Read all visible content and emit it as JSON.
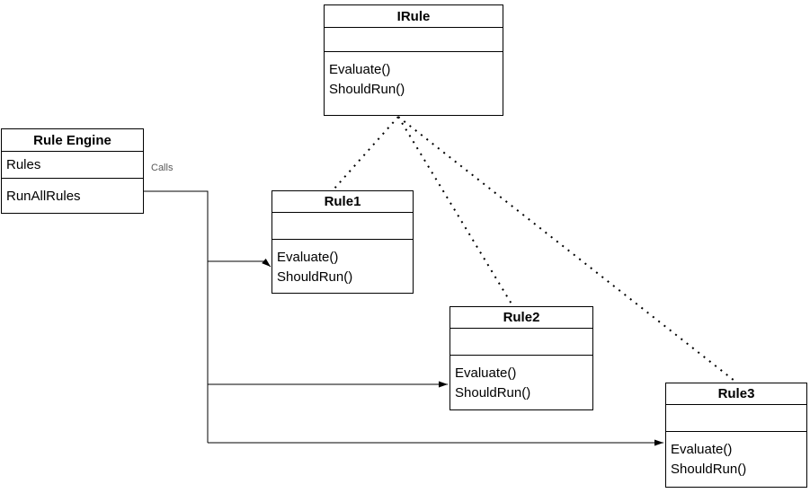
{
  "colors": {
    "background": "#ffffff",
    "line": "#000000",
    "text": "#000000",
    "edge_label_text": "#595959"
  },
  "classes": {
    "irule": {
      "title": "IRule",
      "attributes": [],
      "methods": [
        "Evaluate()",
        "ShouldRun()"
      ]
    },
    "rule_engine": {
      "title": "Rule Engine",
      "attributes": [
        "Rules"
      ],
      "methods": [
        "RunAllRules"
      ]
    },
    "rule1": {
      "title": "Rule1",
      "attributes": [],
      "methods": [
        "Evaluate()",
        "ShouldRun()"
      ]
    },
    "rule2": {
      "title": "Rule2",
      "attributes": [],
      "methods": [
        "Evaluate()",
        "ShouldRun()"
      ]
    },
    "rule3": {
      "title": "Rule3",
      "attributes": [],
      "methods": [
        "Evaluate()",
        "ShouldRun()"
      ]
    }
  },
  "edges": {
    "calls_label": "Calls",
    "relationships": [
      {
        "from": "Rule Engine",
        "to": "Rule1",
        "type": "call",
        "style": "solid-arrow"
      },
      {
        "from": "Rule Engine",
        "to": "Rule2",
        "type": "call",
        "style": "solid-arrow"
      },
      {
        "from": "Rule Engine",
        "to": "Rule3",
        "type": "call",
        "style": "solid-arrow"
      },
      {
        "from": "IRule",
        "to": "Rule1",
        "type": "realization",
        "style": "dotted"
      },
      {
        "from": "IRule",
        "to": "Rule2",
        "type": "realization",
        "style": "dotted"
      },
      {
        "from": "IRule",
        "to": "Rule3",
        "type": "realization",
        "style": "dotted"
      }
    ]
  }
}
